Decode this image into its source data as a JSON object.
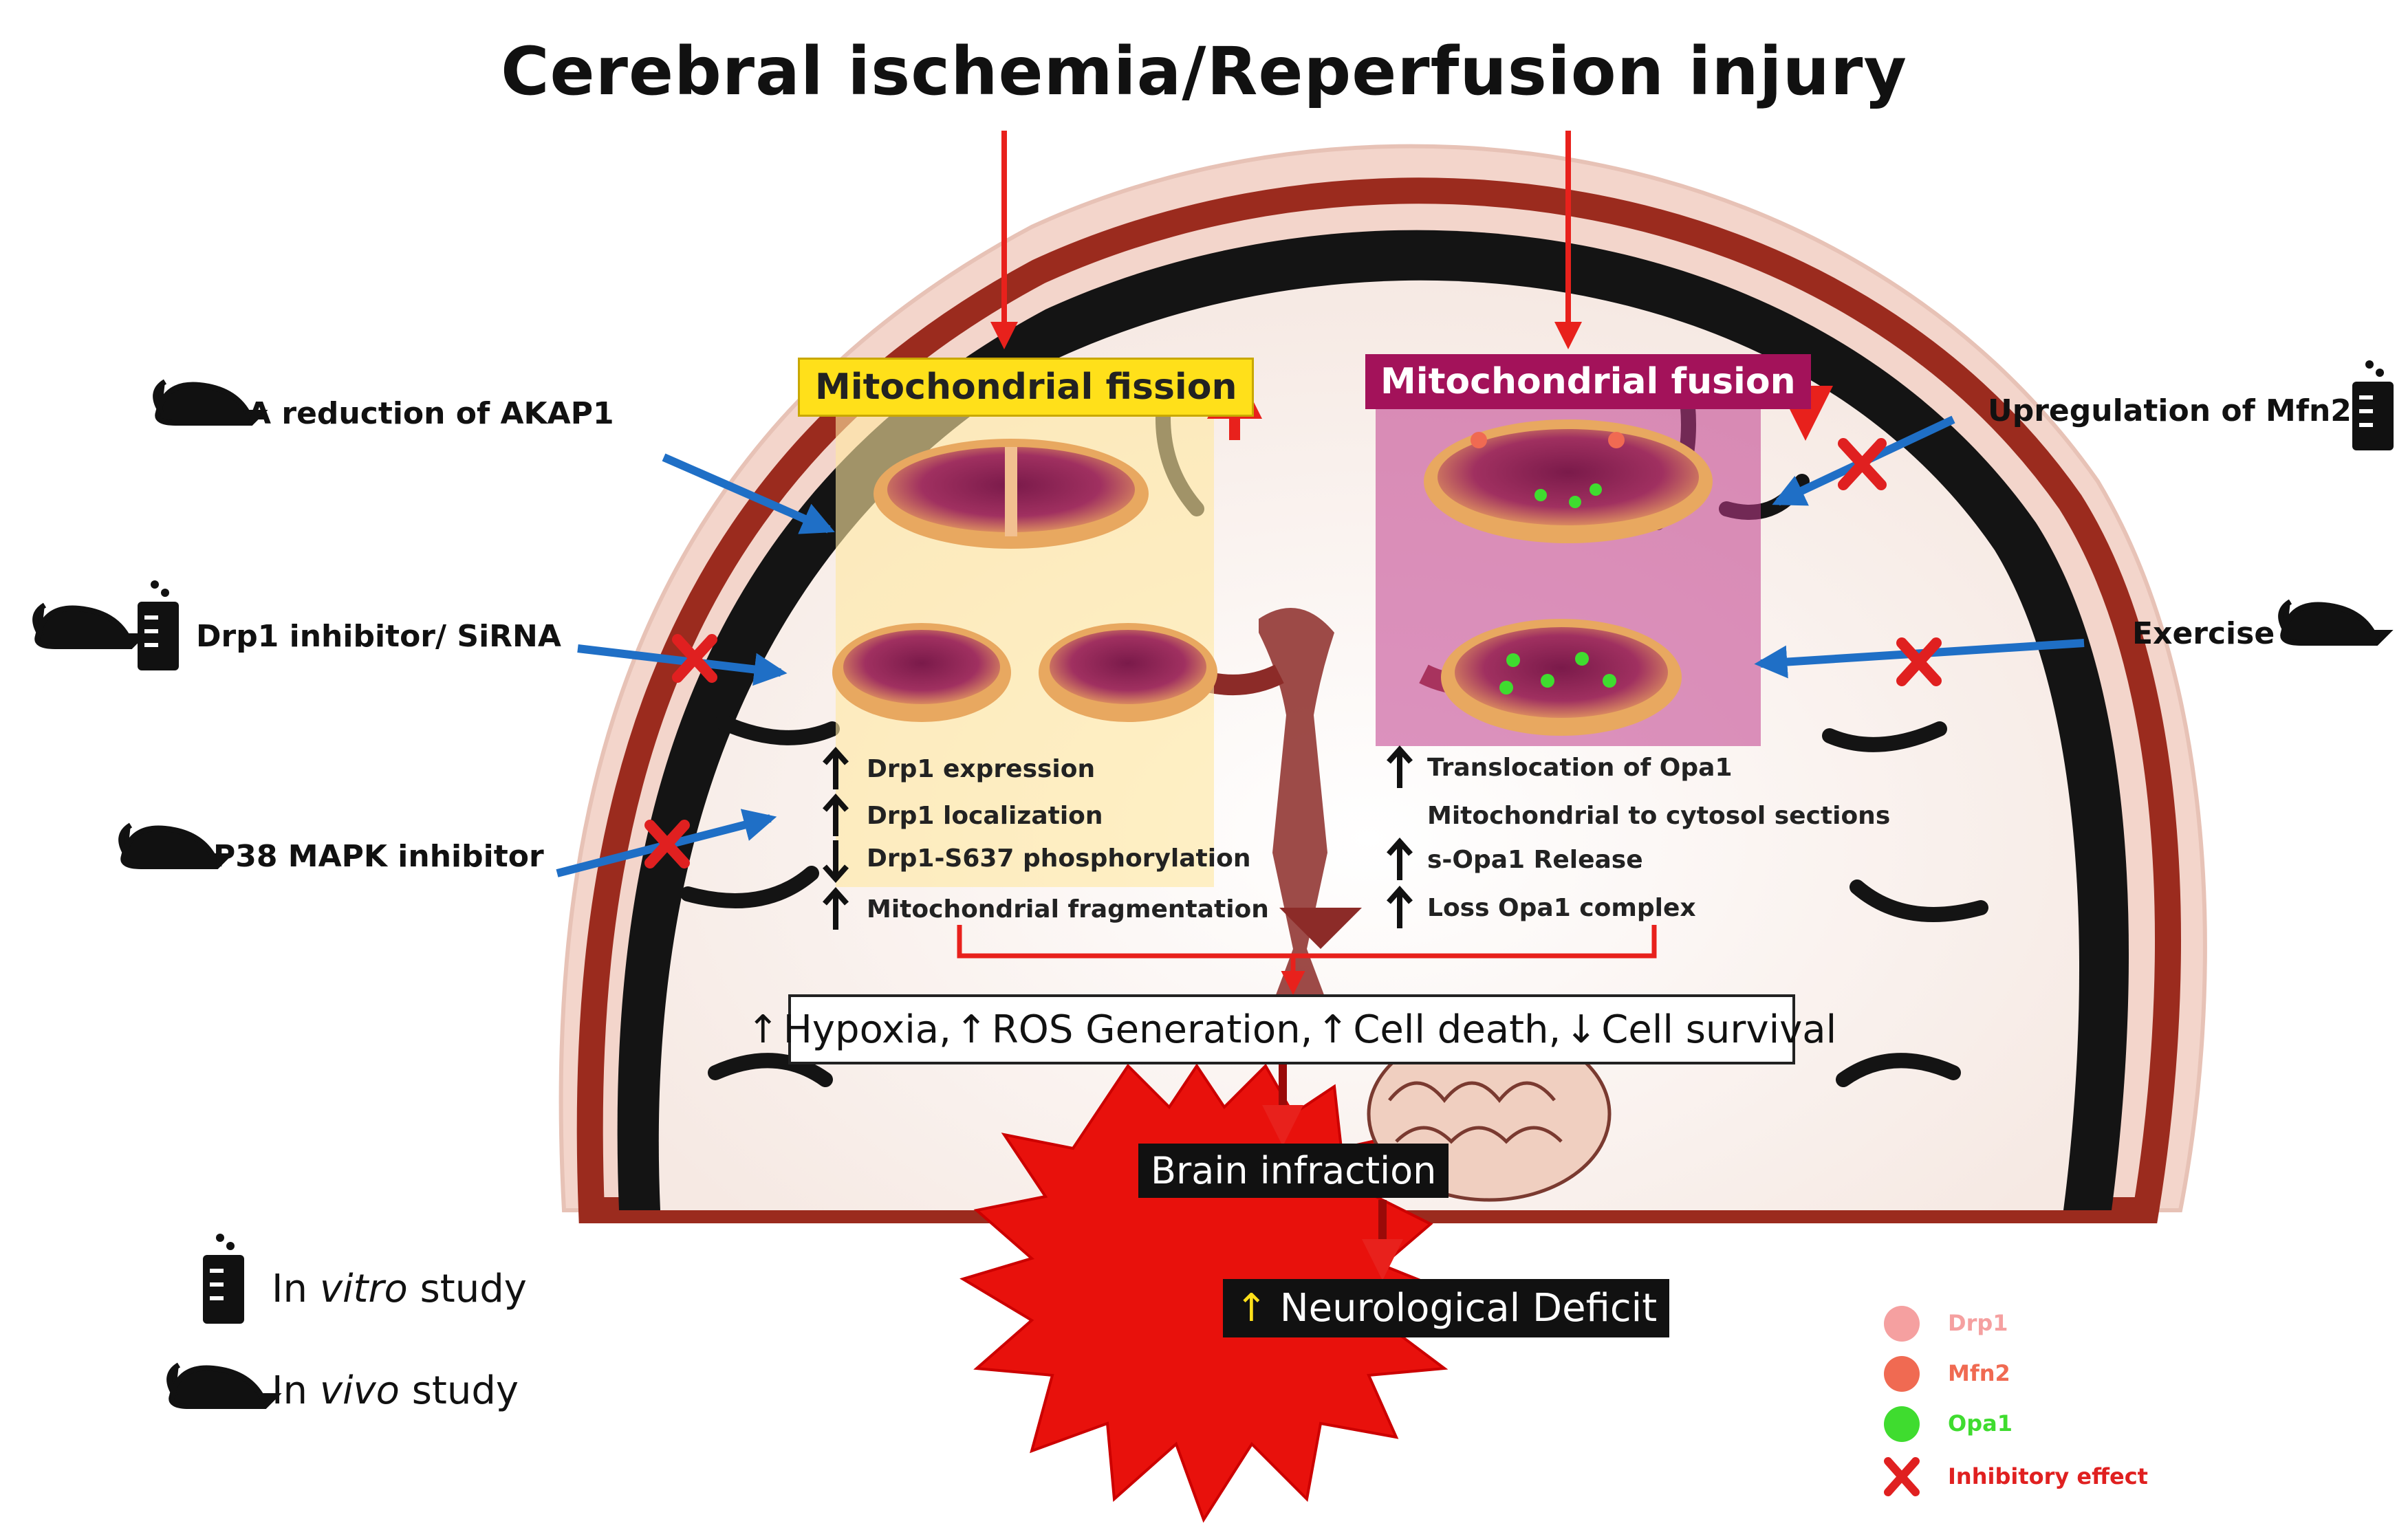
{
  "title": "Cerebral ischemia/Reperfusion injury",
  "fission": {
    "label": "Mitochondrial fission",
    "items": [
      "Drp1 expression",
      "Drp1 localization",
      "Drp1-S637 phosphorylation",
      "Mitochondrial fragmentation"
    ],
    "arrows": [
      "up",
      "up",
      "down",
      "up"
    ]
  },
  "fusion": {
    "label": "Mitochondrial fusion",
    "items": [
      "Translocation of Opa1",
      "Mitochondrial to cytosol sections",
      "s-Opa1 Release",
      "Loss Opa1 complex"
    ],
    "arrows": [
      "up",
      "none",
      "up",
      "up"
    ]
  },
  "left_interventions": [
    "A reduction of AKAP1",
    "Drp1 inhibitor/ SiRNA",
    "P38 MAPK inhibitor"
  ],
  "right_interventions": [
    "Upregulation of Mfn2",
    "Exercise"
  ],
  "result": {
    "items": [
      "Hypoxia,",
      "ROS Generation,",
      "Cell death,",
      "Cell survival"
    ],
    "arrows": [
      "up",
      "up",
      "up",
      "down"
    ]
  },
  "infraction": "Brain infraction",
  "deficit": "Neurological Deficit",
  "study_legend": {
    "vitro_prefix": "In ",
    "vitro_italic": "vitro",
    "vitro_suffix": " study",
    "vivo_prefix": "In ",
    "vivo_italic": "vivo",
    "vivo_suffix": " study"
  },
  "color_legend": {
    "drp1": "Drp1",
    "mfn2": "Mfn2",
    "opa1": "Opa1",
    "inhibitory": "Inhibitory effect"
  },
  "colors": {
    "fission_yellow": "#ffe01a",
    "fusion_magenta": "#a3125a",
    "arrow_red": "#e8211c",
    "arrow_blue": "#1f6fc6",
    "inhibit_red": "#e02020",
    "drp1_pink": "#f5a0a0",
    "mfn2_red": "#f06a52",
    "opa1_green": "#3fdc2f"
  }
}
